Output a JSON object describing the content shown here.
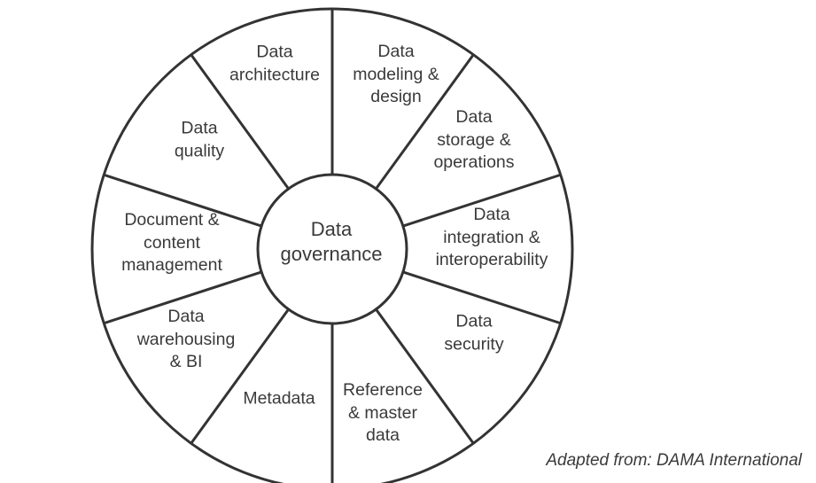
{
  "center": {
    "lines": [
      "Data",
      "governance"
    ]
  },
  "segments": [
    {
      "lines": [
        "Data",
        "architecture"
      ]
    },
    {
      "lines": [
        "Data",
        "modeling &",
        "design"
      ]
    },
    {
      "lines": [
        "Data",
        "storage &",
        "operations"
      ]
    },
    {
      "lines": [
        "Data",
        "integration &",
        "interoperability"
      ]
    },
    {
      "lines": [
        "Data",
        "security"
      ]
    },
    {
      "lines": [
        "Reference",
        "& master",
        "data"
      ]
    },
    {
      "lines": [
        "Metadata"
      ]
    },
    {
      "lines": [
        "Data",
        "warehousing",
        "& BI"
      ]
    },
    {
      "lines": [
        "Document &",
        "content",
        "management"
      ]
    },
    {
      "lines": [
        "Data",
        "quality"
      ]
    }
  ],
  "caption": "Adapted from: DAMA International",
  "colors": {
    "stroke": "#333333",
    "text": "#3a3a3a"
  }
}
